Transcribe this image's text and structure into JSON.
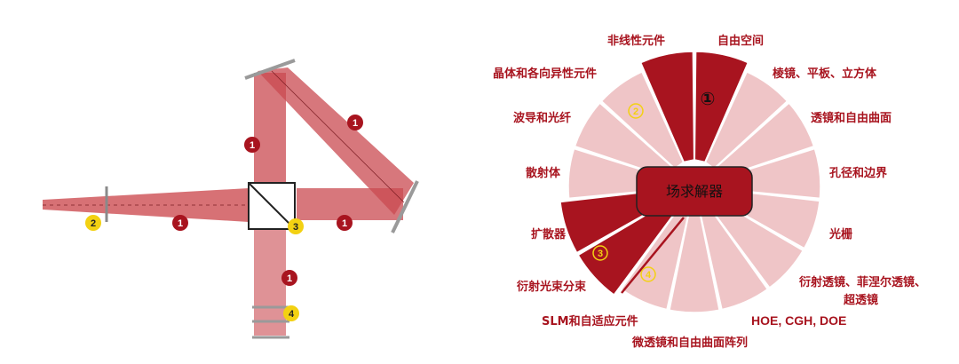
{
  "colors": {
    "dark_red": "#a8141f",
    "beam": "#c23b3f",
    "light_pink": "#efc5c7",
    "yellow": "#f3d112",
    "mirror_gray": "#9a9a9a"
  },
  "optical_setup": {
    "labels": [
      "1",
      "1",
      "1",
      "1",
      "1",
      "2",
      "3",
      "4"
    ]
  },
  "solver": {
    "center_label": "场求解器",
    "sector_badges": [
      "①",
      "②",
      "③",
      "④"
    ],
    "sectors": [
      "自由空间",
      "棱镜、平板、立方体",
      "透镜和自由曲面",
      "孔径和边界",
      "光栅",
      "衍射透镜、菲涅尔透镜、",
      "超透镜",
      "HOE, CGH, DOE",
      "微透镜和自由曲面阵列",
      "SLM和自适应元件",
      "衍射光束分束",
      "扩散器",
      "散射体",
      "波导和光纤",
      "晶体和各向异性元件",
      "非线性元件"
    ]
  }
}
